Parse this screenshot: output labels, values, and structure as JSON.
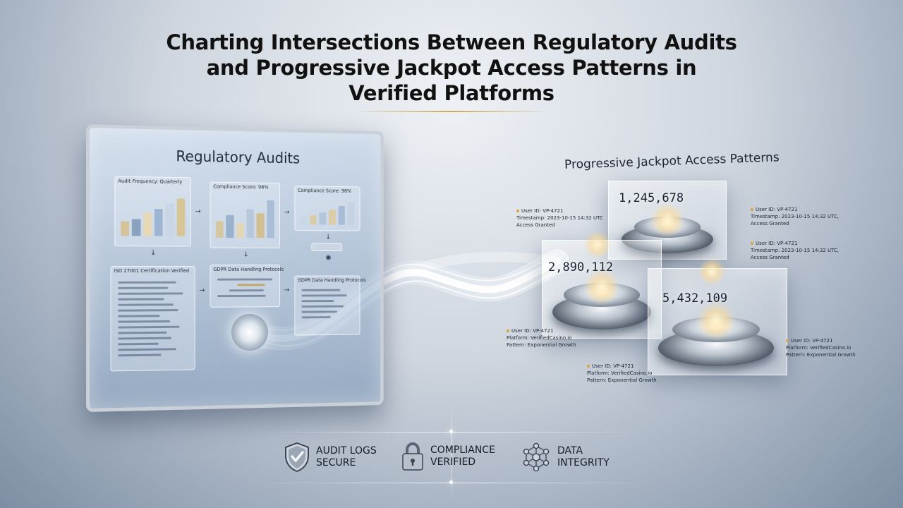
{
  "title": {
    "line1": "Charting Intersections Between Regulatory Audits",
    "line2": "and Progressive Jackpot Access Patterns in",
    "line3": "Verified Platforms"
  },
  "audit_panel": {
    "title": "Regulatory Audits",
    "cards": [
      {
        "label": "Audit Frequency: Quarterly"
      },
      {
        "label": "Compliance Score: 98%"
      },
      {
        "label": "Compliance Score: 98%"
      },
      {
        "label": "ISO 27001 Certification Verified"
      },
      {
        "label": "GDPR Data Handling Protocols"
      },
      {
        "label": "GDPR Data Handling Protocols"
      }
    ]
  },
  "jackpot": {
    "title": "Progressive Jackpot Access Patterns",
    "counters": [
      "1,245,678",
      "2,890,112",
      "5,432,109"
    ],
    "notes": [
      {
        "lines": [
          "User ID: VP-4721",
          "Timestamp: 2023-10-15 14:32 UTC",
          "Access Granted"
        ]
      },
      {
        "lines": [
          "User ID: VP-4721",
          "Timestamp: 2023-10-15 14:32 UTC,",
          "Access Granted"
        ]
      },
      {
        "lines": [
          "User ID: VP-4721",
          "Timestamp: 2023-10-15 14:32 UTC,",
          "Access Granted"
        ]
      },
      {
        "lines": [
          "User ID: VP-4721",
          "Platform: VerifiedCasino.io",
          "Pattern: Exponential Growth"
        ]
      },
      {
        "lines": [
          "User ID: VP-4721",
          "Platform: VerifiedCasino.io",
          "Pattern: Exponential Growth"
        ]
      },
      {
        "lines": [
          "User ID: VP-4721",
          "Platform: VerifiedCasino.io",
          "Pattern: Exponential Growth"
        ]
      }
    ]
  },
  "badges": [
    {
      "icon": "shield-check-icon",
      "line1": "AUDIT LOGS",
      "line2": "SECURE"
    },
    {
      "icon": "padlock-icon",
      "line1": "COMPLIANCE",
      "line2": "VERIFIED"
    },
    {
      "icon": "network-nodes-icon",
      "line1": "DATA",
      "line2": "INTEGRITY"
    }
  ],
  "colors": {
    "accent_gold": "#c8a95a",
    "glow": "#fff2d0",
    "panel_frame": "#c9d0d8"
  }
}
